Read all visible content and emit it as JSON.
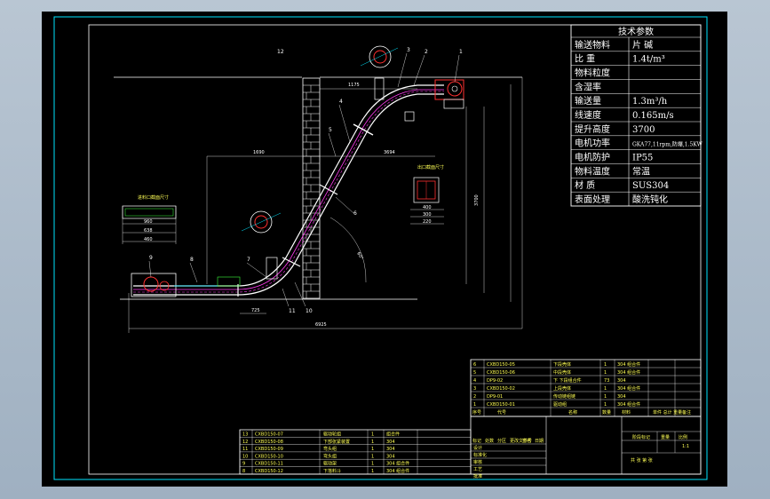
{
  "tech_params": {
    "title": "技术参数",
    "rows": [
      {
        "label": "输送物料",
        "value": "片  碱"
      },
      {
        "label": "比  重",
        "value": "1.4t/m³"
      },
      {
        "label": "物料粒度",
        "value": ""
      },
      {
        "label": "含湿率",
        "value": ""
      },
      {
        "label": "输送量",
        "value": "1.3m³/h"
      },
      {
        "label": "线速度",
        "value": "0.165m/s"
      },
      {
        "label": "提升高度",
        "value": "3700"
      },
      {
        "label": "电机功率",
        "value": "GKA77,11rpm,防爆,1.5KW"
      },
      {
        "label": "电机防护",
        "value": "IP55"
      },
      {
        "label": "物料温度",
        "value": "常温"
      },
      {
        "label": "材  质",
        "value": "SUS304"
      },
      {
        "label": "表面处理",
        "value": "酸洗钝化"
      }
    ]
  },
  "part_numbers": [
    "1",
    "2",
    "3",
    "4",
    "5",
    "6",
    "7",
    "8",
    "9",
    "10",
    "11",
    "12"
  ],
  "dimensions": {
    "top_span": "1175",
    "mid_left": "1690",
    "mid_right": "3694",
    "bottom_total": "6925",
    "bottom_small": "725",
    "height_a": "3700",
    "angle": "60°"
  },
  "section_labels": {
    "inlet_section": "进料口截面尺寸",
    "outlet_section": "出口截面尺寸"
  },
  "inlet_dims": [
    "960",
    "638",
    "460"
  ],
  "outlet_dims": [
    "400",
    "300",
    "220"
  ],
  "bom_upper": {
    "rows": [
      {
        "no": "6",
        "code": "CXBD150-05",
        "name": "下段壳体",
        "qty": "1",
        "mat": "304 组合件"
      },
      {
        "no": "5",
        "code": "CXBD150-06",
        "name": "中段壳体",
        "qty": "1",
        "mat": "304 组合件"
      },
      {
        "no": "4",
        "code": "DP9-02",
        "name": "下 下段组合件",
        "qty": "73",
        "mat": "304"
      },
      {
        "name": "上段壳体",
        "no": "3",
        "code": "CXBD150-02",
        "qty": "1",
        "mat": "304 组合件"
      },
      {
        "no": "2",
        "code": "DP9-01",
        "name": "传动链组链",
        "qty": "1",
        "mat": "304"
      },
      {
        "no": "1",
        "code": "CXBD150-01",
        "name": "驱动组",
        "qty": "1",
        "mat": "304 组合件"
      }
    ],
    "header": [
      "序号",
      "代号",
      "名称",
      "数量",
      "材料",
      "单件 总计 重量",
      "备注"
    ]
  },
  "bom_lower": {
    "rows": [
      {
        "no": "13",
        "code": "CXBD150-07",
        "name": "驱动轮组",
        "qty": "1",
        "mat": "组合件"
      },
      {
        "no": "12",
        "code": "CXBD150-08",
        "name": "下部张紧装置",
        "qty": "1",
        "mat": "304"
      },
      {
        "no": "11",
        "code": "CXBD150-09",
        "name": "弯头组",
        "qty": "1",
        "mat": "304"
      },
      {
        "no": "10",
        "code": "CXBD150-10",
        "name": "弯头组",
        "qty": "1",
        "mat": "304"
      },
      {
        "no": "9",
        "code": "CXBD150-11",
        "name": "驱动架",
        "qty": "1",
        "mat": "304 组合件"
      },
      {
        "no": "8",
        "code": "CXBD150-12",
        "name": "下落料斗",
        "qty": "1",
        "mat": "304 组合件"
      }
    ]
  },
  "title_block": {
    "labels": [
      "标记",
      "处数",
      "分区",
      "更改文件号",
      "签名",
      "日期"
    ],
    "roles": [
      "设计",
      "标准化",
      "审核",
      "工艺",
      "批准"
    ],
    "stage": "阶段标记",
    "weight": "重量",
    "scale": "比例",
    "scale_value": "1:1",
    "sheet": "共 张 第 张"
  },
  "colors": {
    "sheet": "#000000",
    "line": "#ffffff",
    "cyan": "#00e5ff",
    "magenta": "#ff3cf0",
    "yellow": "#ffff55",
    "red": "#ff3030",
    "green": "#3cff3c",
    "brick": "#ffffff"
  }
}
